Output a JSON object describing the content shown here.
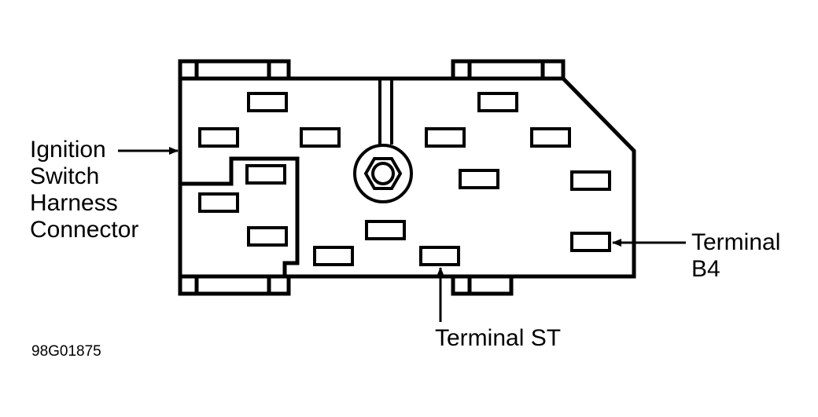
{
  "labels": {
    "harness_connector": [
      "Ignition",
      "Switch",
      "Harness",
      "Connector"
    ],
    "terminal_b4": [
      "Terminal",
      "B4"
    ],
    "terminal_st": "Terminal ST",
    "figure_id": "98G01875"
  },
  "colors": {
    "stroke": "#000000",
    "background": "#ffffff"
  }
}
